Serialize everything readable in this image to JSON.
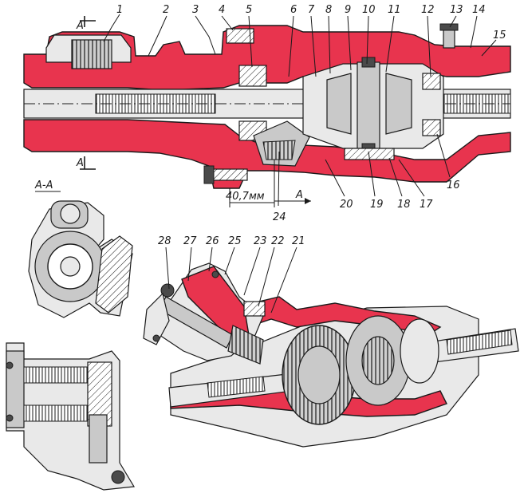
{
  "colors": {
    "accent_red": "#e8344e",
    "ink": "#1a1a1a",
    "paper": "#ffffff"
  },
  "section_marks": {
    "top": "А",
    "bottom": "А"
  },
  "section_title": "А-А",
  "dimension": {
    "value": "40,7мм",
    "view_label": "А"
  },
  "callouts": {
    "c1": "1",
    "c2": "2",
    "c3": "3",
    "c4": "4",
    "c5": "5",
    "c6": "6",
    "c7": "7",
    "c8": "8",
    "c9": "9",
    "c10": "10",
    "c11": "11",
    "c12": "12",
    "c13": "13",
    "c14": "14",
    "c15": "15",
    "c16": "16",
    "c17": "17",
    "c18": "18",
    "c19": "19",
    "c20": "20",
    "c21": "21",
    "c22": "22",
    "c23": "23",
    "c24": "24",
    "c25": "25",
    "c26": "26",
    "c27": "27",
    "c28": "28"
  }
}
